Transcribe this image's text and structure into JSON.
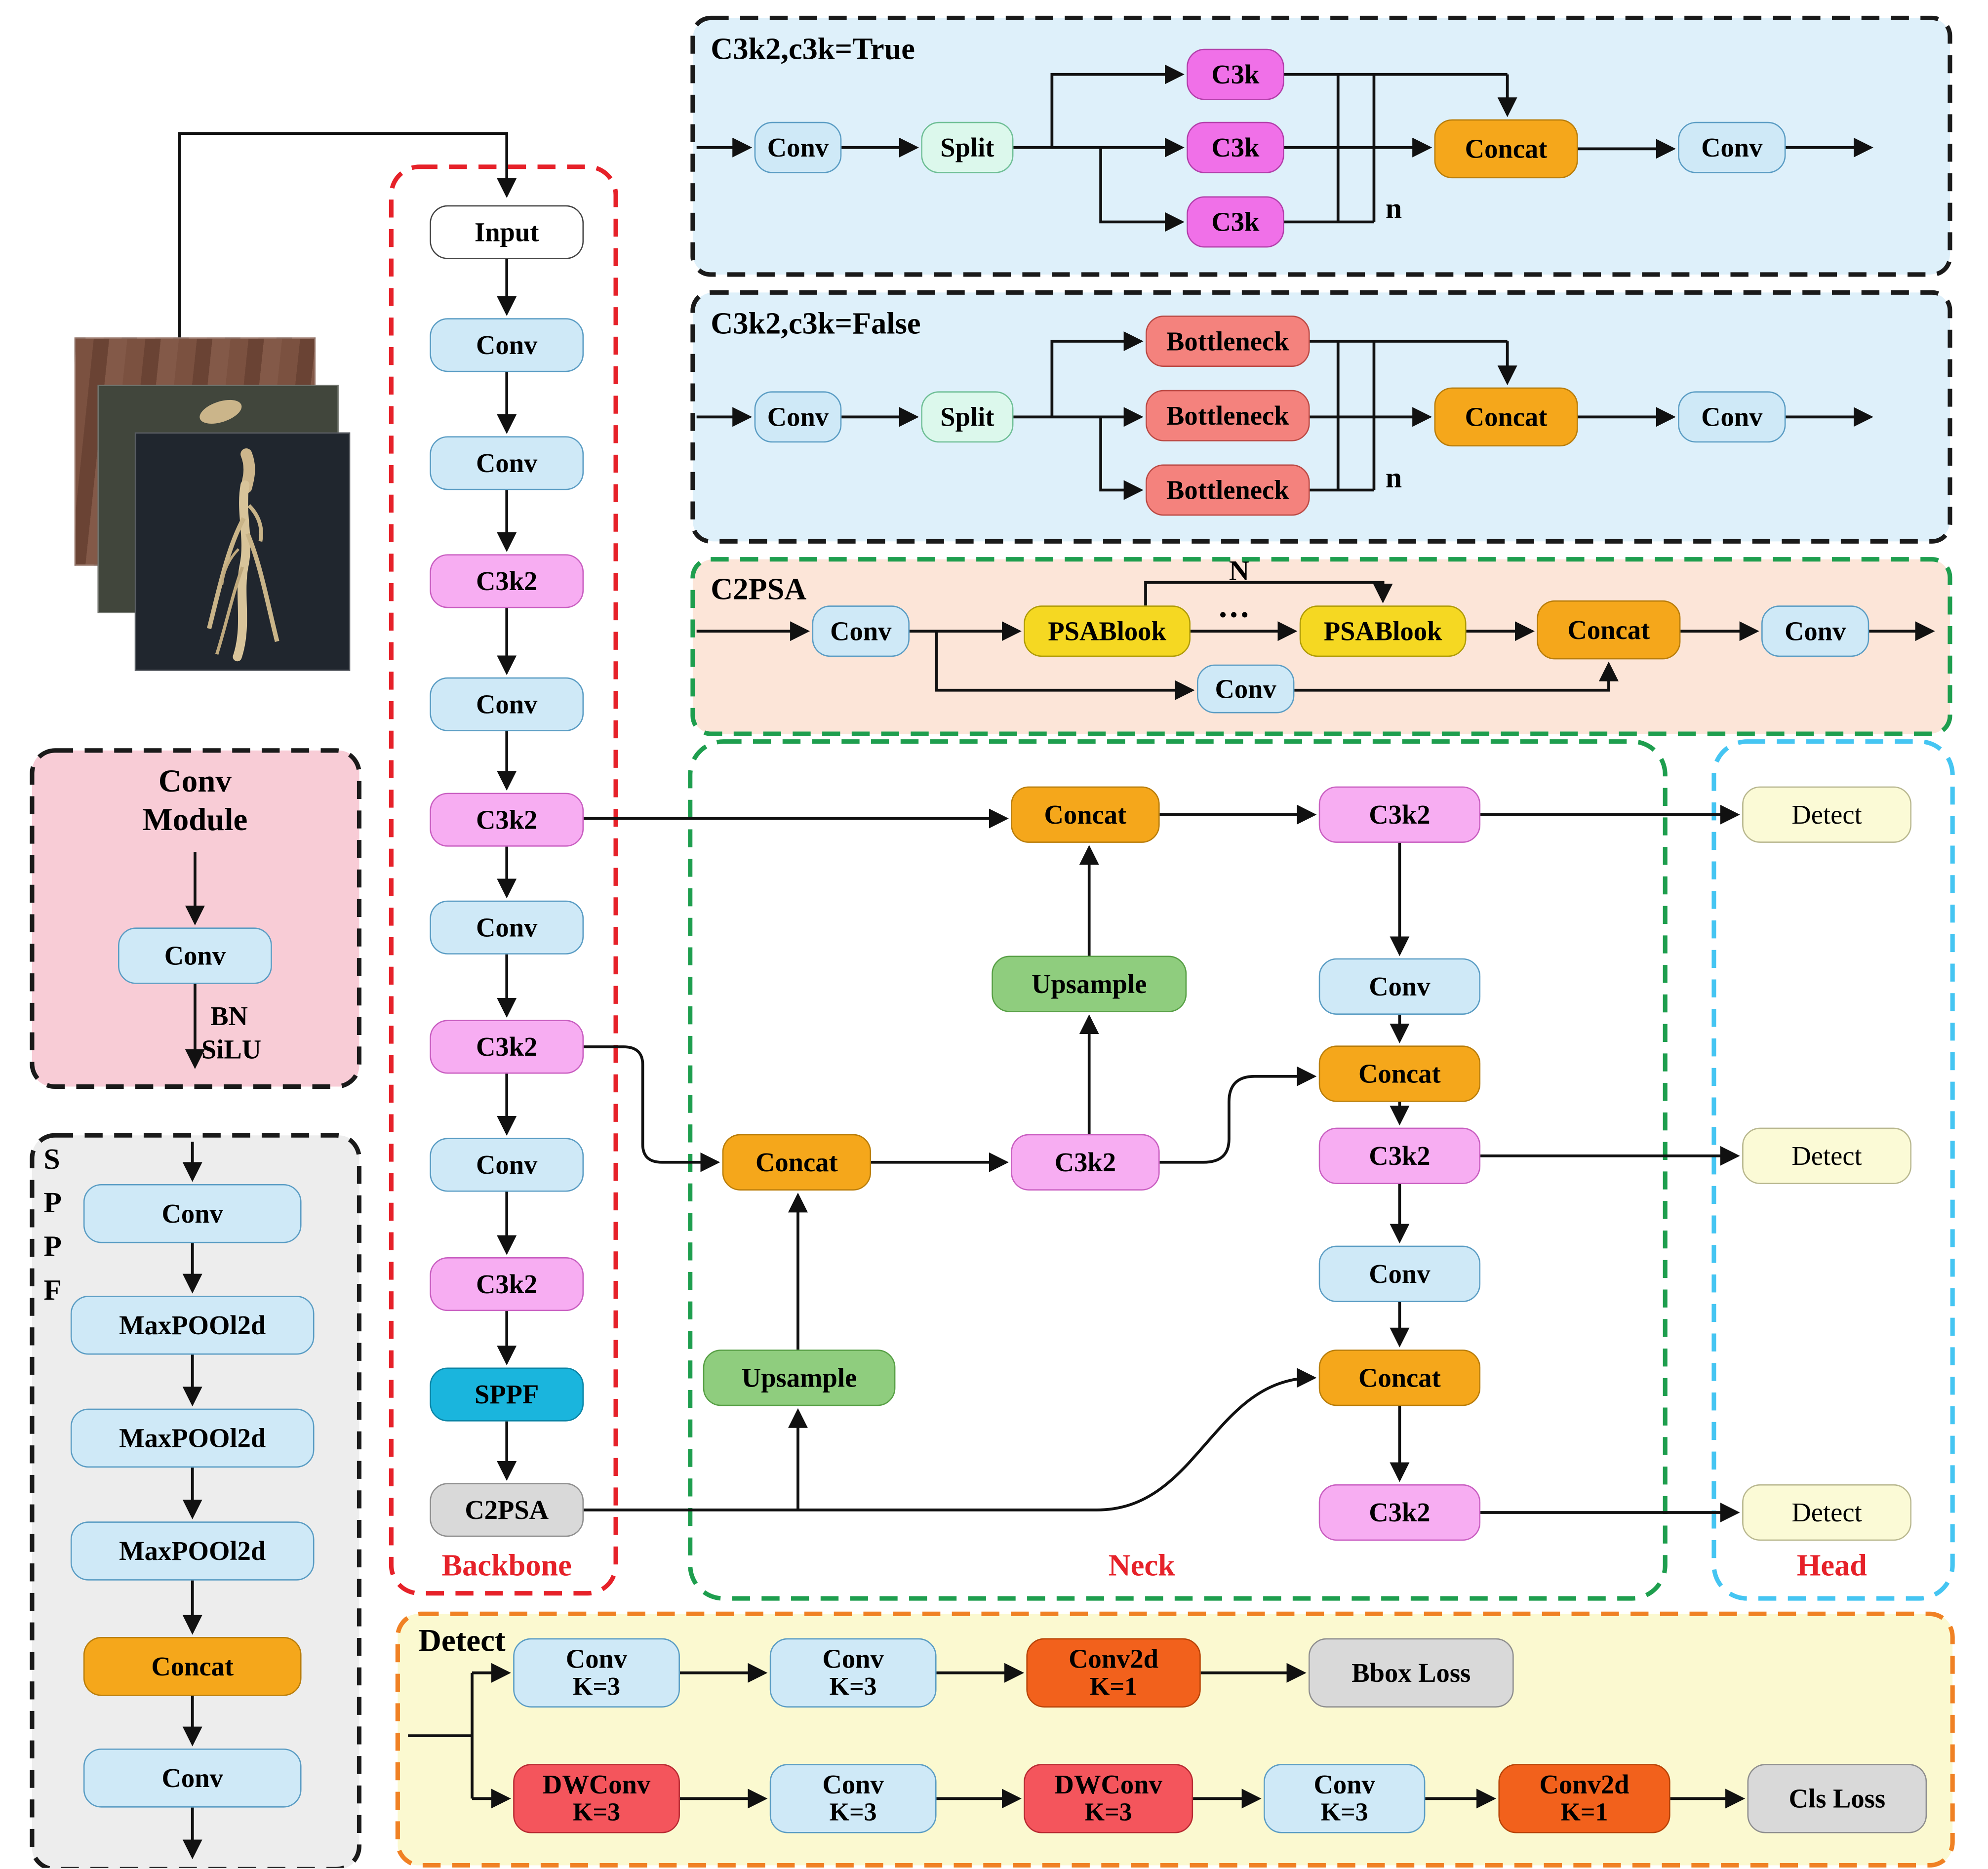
{
  "figure": {
    "backbone": {
      "label": "Backbone",
      "blocks": [
        "Input",
        "Conv",
        "Conv",
        "C3k2",
        "Conv",
        "C3k2",
        "Conv",
        "C3k2",
        "Conv",
        "C3k2",
        "SPPF",
        "C2PSA"
      ]
    },
    "c3k2_true": {
      "title": "C3k2,c3k=True",
      "conv_in": "Conv",
      "split": "Split",
      "c3k_1": "C3k",
      "c3k_2": "C3k",
      "c3k_3": "C3k",
      "n": "n",
      "concat": "Concat",
      "conv_out": "Conv"
    },
    "c3k2_false": {
      "title": "C3k2,c3k=False",
      "conv_in": "Conv",
      "split": "Split",
      "b1": "Bottleneck",
      "b2": "Bottleneck",
      "b3": "Bottleneck",
      "n": "n",
      "concat": "Concat",
      "conv_out": "Conv"
    },
    "c2psa": {
      "title": "C2PSA",
      "conv_in": "Conv",
      "psa_1": "PSABlook",
      "psa_2": "PSABlook",
      "n": "N",
      "dots": "...",
      "conv_branch": "Conv",
      "concat": "Concat",
      "conv_out": "Conv"
    },
    "neck": {
      "label": "Neck",
      "concat_p4": "Concat",
      "c3k2_p4": "C3k2",
      "upsample_p4": "Upsample",
      "conv_p4": "Conv",
      "concat_mid": "Concat",
      "concat_p3": "Concat",
      "c3k2_p3": "C3k2",
      "c3k2_mid": "C3k2",
      "conv_down": "Conv",
      "upsample_p3": "Upsample",
      "concat_bot": "Concat",
      "c3k2_bot": "C3k2"
    },
    "head": {
      "label": "Head",
      "detect_1": "Detect",
      "detect_2": "Detect",
      "detect_3": "Detect"
    },
    "conv_module": {
      "title_1": "Conv",
      "title_2": "Module",
      "conv": "Conv",
      "bn": "BN",
      "silu": "SiLU"
    },
    "sppf": {
      "letters": [
        "S",
        "P",
        "P",
        "F"
      ],
      "blocks": [
        "Conv",
        "MaxPOOl2d",
        "MaxPOOl2d",
        "MaxPOOl2d",
        "Concat",
        "Conv"
      ]
    },
    "detect": {
      "title": "Detect",
      "row1": [
        {
          "name": "Conv",
          "k": "K=3"
        },
        {
          "name": "Conv",
          "k": "K=3"
        },
        {
          "name": "Conv2d",
          "k": "K=1"
        },
        {
          "name": "Bbox Loss"
        }
      ],
      "row2": [
        {
          "name": "DWConv",
          "k": "K=3"
        },
        {
          "name": "Conv",
          "k": "K=3"
        },
        {
          "name": "DWConv",
          "k": "K=3"
        },
        {
          "name": "Conv",
          "k": "K=3"
        },
        {
          "name": "Conv2d",
          "k": "K=1"
        },
        {
          "name": "Cls Loss"
        }
      ]
    },
    "colors": {
      "conv": "#cfe9f7",
      "c3k2": "#f7adf2",
      "c3k": "#f070e8",
      "split": "#dcf8ec",
      "concat": "#f5a71b",
      "bottleneck": "#f4827d",
      "psa": "#f5d822",
      "sppf": "#1ab5dd",
      "c2psa": "#d9d9d9",
      "upsample": "#8fcd7e",
      "detect": "#fbfad6",
      "conv2d": "#f2611c",
      "dwconv": "#f4555c",
      "loss": "#d9d9d9",
      "backbone_outline": "#e62129",
      "neck_outline": "#1e9e4e",
      "head_outline": "#45c5f2",
      "detect_outline": "#f08124",
      "section_label": "#e62129"
    }
  }
}
